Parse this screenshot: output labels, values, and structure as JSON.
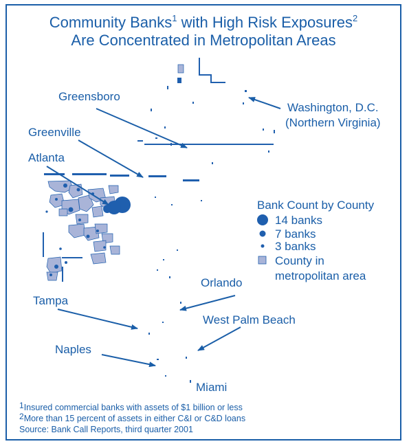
{
  "title": {
    "line1_a": "Community Banks",
    "line1_sup1": "1",
    "line1_b": " with High Risk Exposures",
    "line1_sup2": "2",
    "line2": "Are Concentrated in Metropolitan Areas"
  },
  "places": {
    "greensboro": "Greensboro",
    "greenville": "Greenville",
    "atlanta": "Atlanta",
    "washington_1": "Washington, D.C.",
    "washington_2": "(Northern Virginia)",
    "orlando": "Orlando",
    "tampa": "Tampa",
    "west_palm_beach": "West Palm Beach",
    "naples": "Naples",
    "miami": "Miami"
  },
  "legend": {
    "title": "Bank Count by County",
    "items": [
      {
        "label": "14 banks",
        "count": 14
      },
      {
        "label": "7 banks",
        "count": 7
      },
      {
        "label": "3 banks",
        "count": 3
      }
    ],
    "county_line1": "County in",
    "county_line2": "metropolitan area"
  },
  "footnotes": {
    "f1_sup": "1",
    "f1": "Insured commercial banks with assets of $1 billion or less",
    "f2_sup": "2",
    "f2": "More than 15 percent of assets in either C&I or C&D loans",
    "source": "Source: Bank Call Reports, third quarter 2001"
  },
  "colors": {
    "accent": "#1a5ea8",
    "dot": "#1f5fae",
    "county_fill": "#a9b4d8"
  }
}
